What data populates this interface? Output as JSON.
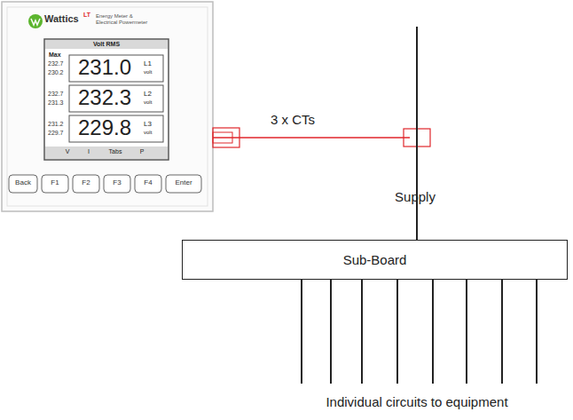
{
  "diagram": {
    "nodes": [
      {
        "text": [
          "Sub-Board"
        ]
      }
    ],
    "labels": [
      "Wattics",
      "LT",
      "Energy Meter & Electrical Powermeter",
      "Volt RMS",
      "Max",
      "232.7",
      "230.2",
      "232.7",
      "231.3",
      "231.2",
      "229.7",
      "231.0",
      "232.3",
      "229.8",
      "L1",
      "volt",
      "L2",
      "volt",
      "L3",
      "volt",
      "V",
      "I",
      "Tabs",
      "P",
      "Back",
      "F1",
      "F2",
      "F3",
      "F4",
      "Enter",
      "3 x CTs",
      "Supply",
      "Individual circuits to equipment"
    ]
  }
}
